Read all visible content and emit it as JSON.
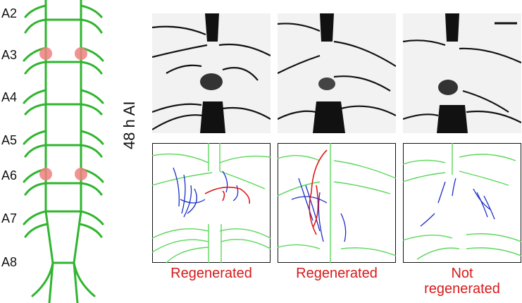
{
  "segments": [
    "A2",
    "A3",
    "A4",
    "A5",
    "A6",
    "A7",
    "A8"
  ],
  "time_label": "48 h AI",
  "outcomes": [
    {
      "text": "Regenerated",
      "regenerated": true
    },
    {
      "text": "Regenerated",
      "regenerated": true
    },
    {
      "text": "Not\nregenerated",
      "regenerated": false
    }
  ],
  "colors": {
    "nerve": "#2fb52f",
    "trace_green": "#5ad85a",
    "trace_blue": "#1a2fc7",
    "trace_red": "#e01818",
    "ablation_marker": "#f08080",
    "outcome_text": "#d61a1a"
  },
  "ablated_segments": [
    "A3",
    "A6"
  ]
}
